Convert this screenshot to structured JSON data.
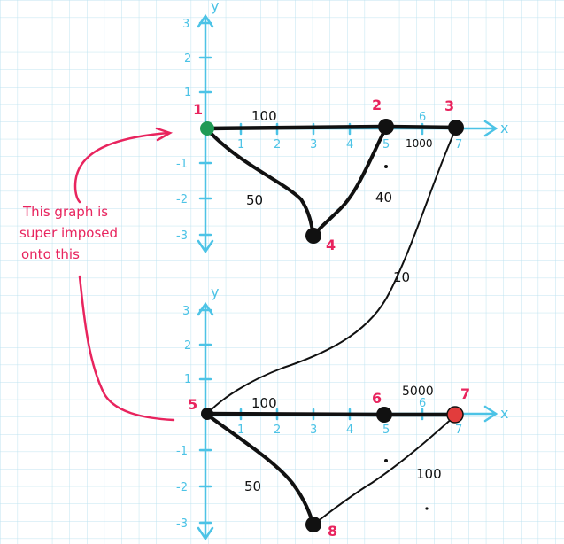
{
  "colors": {
    "grid": "#bfe3f0",
    "axis": "#4cc3e6",
    "edge": "#111111",
    "node": "#111111",
    "node_start": "#1f9a55",
    "node_end": "#e23c3c",
    "node_label": "#e8245e",
    "annotation": "#e8245e"
  },
  "axes": {
    "x_name": "x",
    "y_name": "y",
    "x_ticks": [
      "1",
      "2",
      "3",
      "4",
      "5",
      "6",
      "7"
    ],
    "y_ticks_pos": [
      "1",
      "2",
      "3"
    ],
    "y_ticks_neg": [
      "-1",
      "-2",
      "-3"
    ]
  },
  "top_graph": {
    "node_labels": {
      "n1": "1",
      "n2": "2",
      "n3": "3",
      "n4": "4"
    },
    "edge_labels": {
      "e12": "100",
      "e14": "50",
      "e24": "40",
      "e23": "1000"
    }
  },
  "bottom_graph": {
    "node_labels": {
      "n5": "5",
      "n6": "6",
      "n7": "7",
      "n8": "8"
    },
    "edge_labels": {
      "e56": "100",
      "e58": "50",
      "e67": "5000",
      "e78": "100"
    }
  },
  "link_edge_label": "10",
  "annotation": {
    "lines": [
      "This graph is",
      "super imposed",
      "onto this"
    ]
  }
}
